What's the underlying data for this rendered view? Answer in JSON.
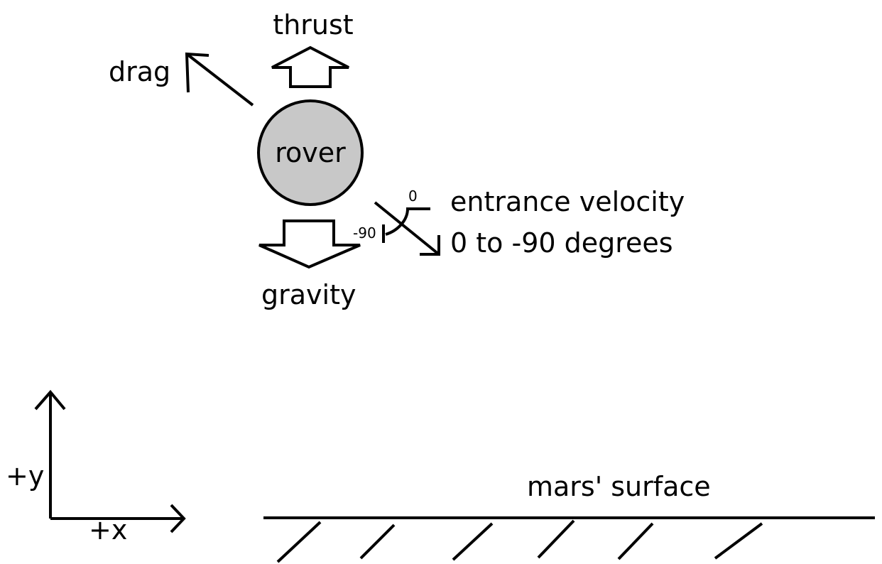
{
  "labels": {
    "thrust": "thrust",
    "drag": "drag",
    "rover": "rover",
    "gravity": "gravity",
    "angle_zero": "0",
    "angle_minus_90": "-90",
    "entrance_velocity_line1": "entrance velocity",
    "entrance_velocity_line2": "0 to -90 degrees",
    "axis_y": "+y",
    "axis_x": "+x",
    "surface": "mars' surface"
  },
  "colors": {
    "rover_fill": "#c8c8c8",
    "surface_label": "#7b1020",
    "ink": "#000000"
  }
}
